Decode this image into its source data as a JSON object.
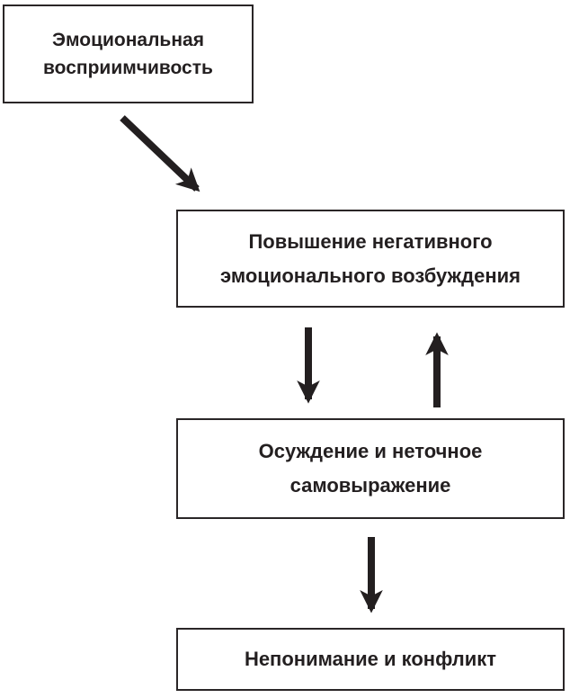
{
  "diagram": {
    "ink_color": "#231f20",
    "background_color": "#ffffff",
    "boxes": [
      {
        "id": "emotional-susceptibility",
        "label": "Эмоциональная восприимчивость"
      },
      {
        "id": "negative-emotional-arousal",
        "label": "Повышение негативного эмоционального возбуждения"
      },
      {
        "id": "judgment-inaccurate-self-expression",
        "label": "Осуждение и неточное самовыражение"
      },
      {
        "id": "misunderstanding-and-conflict",
        "label": "Непонимание и конфликт"
      }
    ],
    "arrows": [
      {
        "from": "emotional-susceptibility",
        "to": "negative-emotional-arousal",
        "style": "diagonal-down-right"
      },
      {
        "from": "negative-emotional-arousal",
        "to": "judgment-inaccurate-self-expression",
        "style": "down"
      },
      {
        "from": "judgment-inaccurate-self-expression",
        "to": "negative-emotional-arousal",
        "style": "up"
      },
      {
        "from": "judgment-inaccurate-self-expression",
        "to": "misunderstanding-and-conflict",
        "style": "down"
      }
    ]
  }
}
